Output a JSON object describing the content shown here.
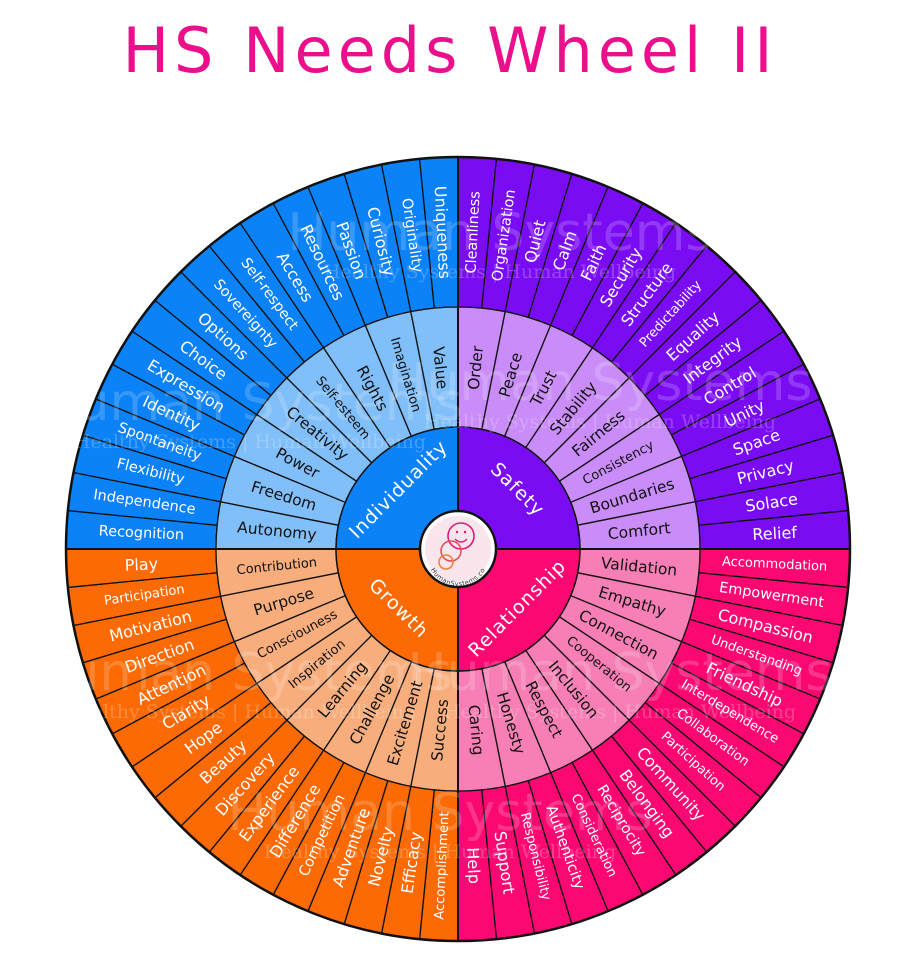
{
  "title": "HS Needs Wheel II",
  "colors": {
    "title": "#ec0f8c",
    "outline": "#111111"
  },
  "center_logo": {
    "icon": "human-systems-smiley-circles-icon",
    "text": "HumanSystems.co"
  },
  "watermark": {
    "large": "Human Systems",
    "small": "Healthy Systems | Human Wellbeing"
  },
  "quadrants": [
    {
      "name": "Safety",
      "start_deg": 0,
      "colors": {
        "outer": "#7a0cf4",
        "middle": "#c98cf8",
        "inner": "#7a0cf4"
      },
      "middle": [
        "Order",
        "Peace",
        "Trust",
        "Stability",
        "Fairness",
        "Consistency",
        "Boundaries",
        "Comfort"
      ],
      "outer": [
        "Cleanliness",
        "Organization",
        "Quiet",
        "Calm",
        "Faith",
        "Security",
        "Structure",
        "Predictability",
        "Equality",
        "Integrity",
        "Control",
        "Unity",
        "Space",
        "Privacy",
        "Solace",
        "Relief"
      ]
    },
    {
      "name": "Relationship",
      "start_deg": 90,
      "colors": {
        "outer": "#fb0873",
        "middle": "#f77fb5",
        "inner": "#fb0873"
      },
      "middle": [
        "Validation",
        "Empathy",
        "Connection",
        "Cooperation",
        "Inclusion",
        "Respect",
        "Honesty",
        "Caring"
      ],
      "outer": [
        "Accommodation",
        "Empowerment",
        "Compassion",
        "Understanding",
        "Friendship",
        "Interdependence",
        "Collaboration",
        "Participation",
        "Community",
        "Belonging",
        "Reciprocity",
        "Consideration",
        "Authenticity",
        "Responsibility",
        "Support",
        "Help"
      ]
    },
    {
      "name": "Growth",
      "start_deg": 180,
      "colors": {
        "outer": "#fb6a05",
        "middle": "#f8ae7c",
        "inner": "#fb6a05"
      },
      "middle": [
        "Success",
        "Excitement",
        "Challenge",
        "Learning",
        "Inspiration",
        "Consciouness",
        "Purpose",
        "Contribution"
      ],
      "outer": [
        "Accomplishment",
        "Efficacy",
        "Novelty",
        "Adventure",
        "Competition",
        "Difference",
        "Experience",
        "Discovery",
        "Beauty",
        "Hope",
        "Clarity",
        "Attention",
        "Direction",
        "Motivation",
        "Participation",
        "Play"
      ]
    },
    {
      "name": "Individuality",
      "start_deg": 270,
      "colors": {
        "outer": "#0b82f7",
        "middle": "#80bff9",
        "inner": "#0b82f7"
      },
      "middle": [
        "Autonomy",
        "Freedom",
        "Power",
        "Creativity",
        "Self-esteem",
        "Rights",
        "Imagination",
        "Value"
      ],
      "outer": [
        "Recognition",
        "Independence",
        "Flexibility",
        "Spontaneity",
        "Identity",
        "Expression",
        "Choice",
        "Options",
        "Sovereignty",
        "Self-respect",
        "Access",
        "Resources",
        "Passion",
        "Curiosity",
        "Originality",
        "Uniqueness"
      ]
    }
  ]
}
